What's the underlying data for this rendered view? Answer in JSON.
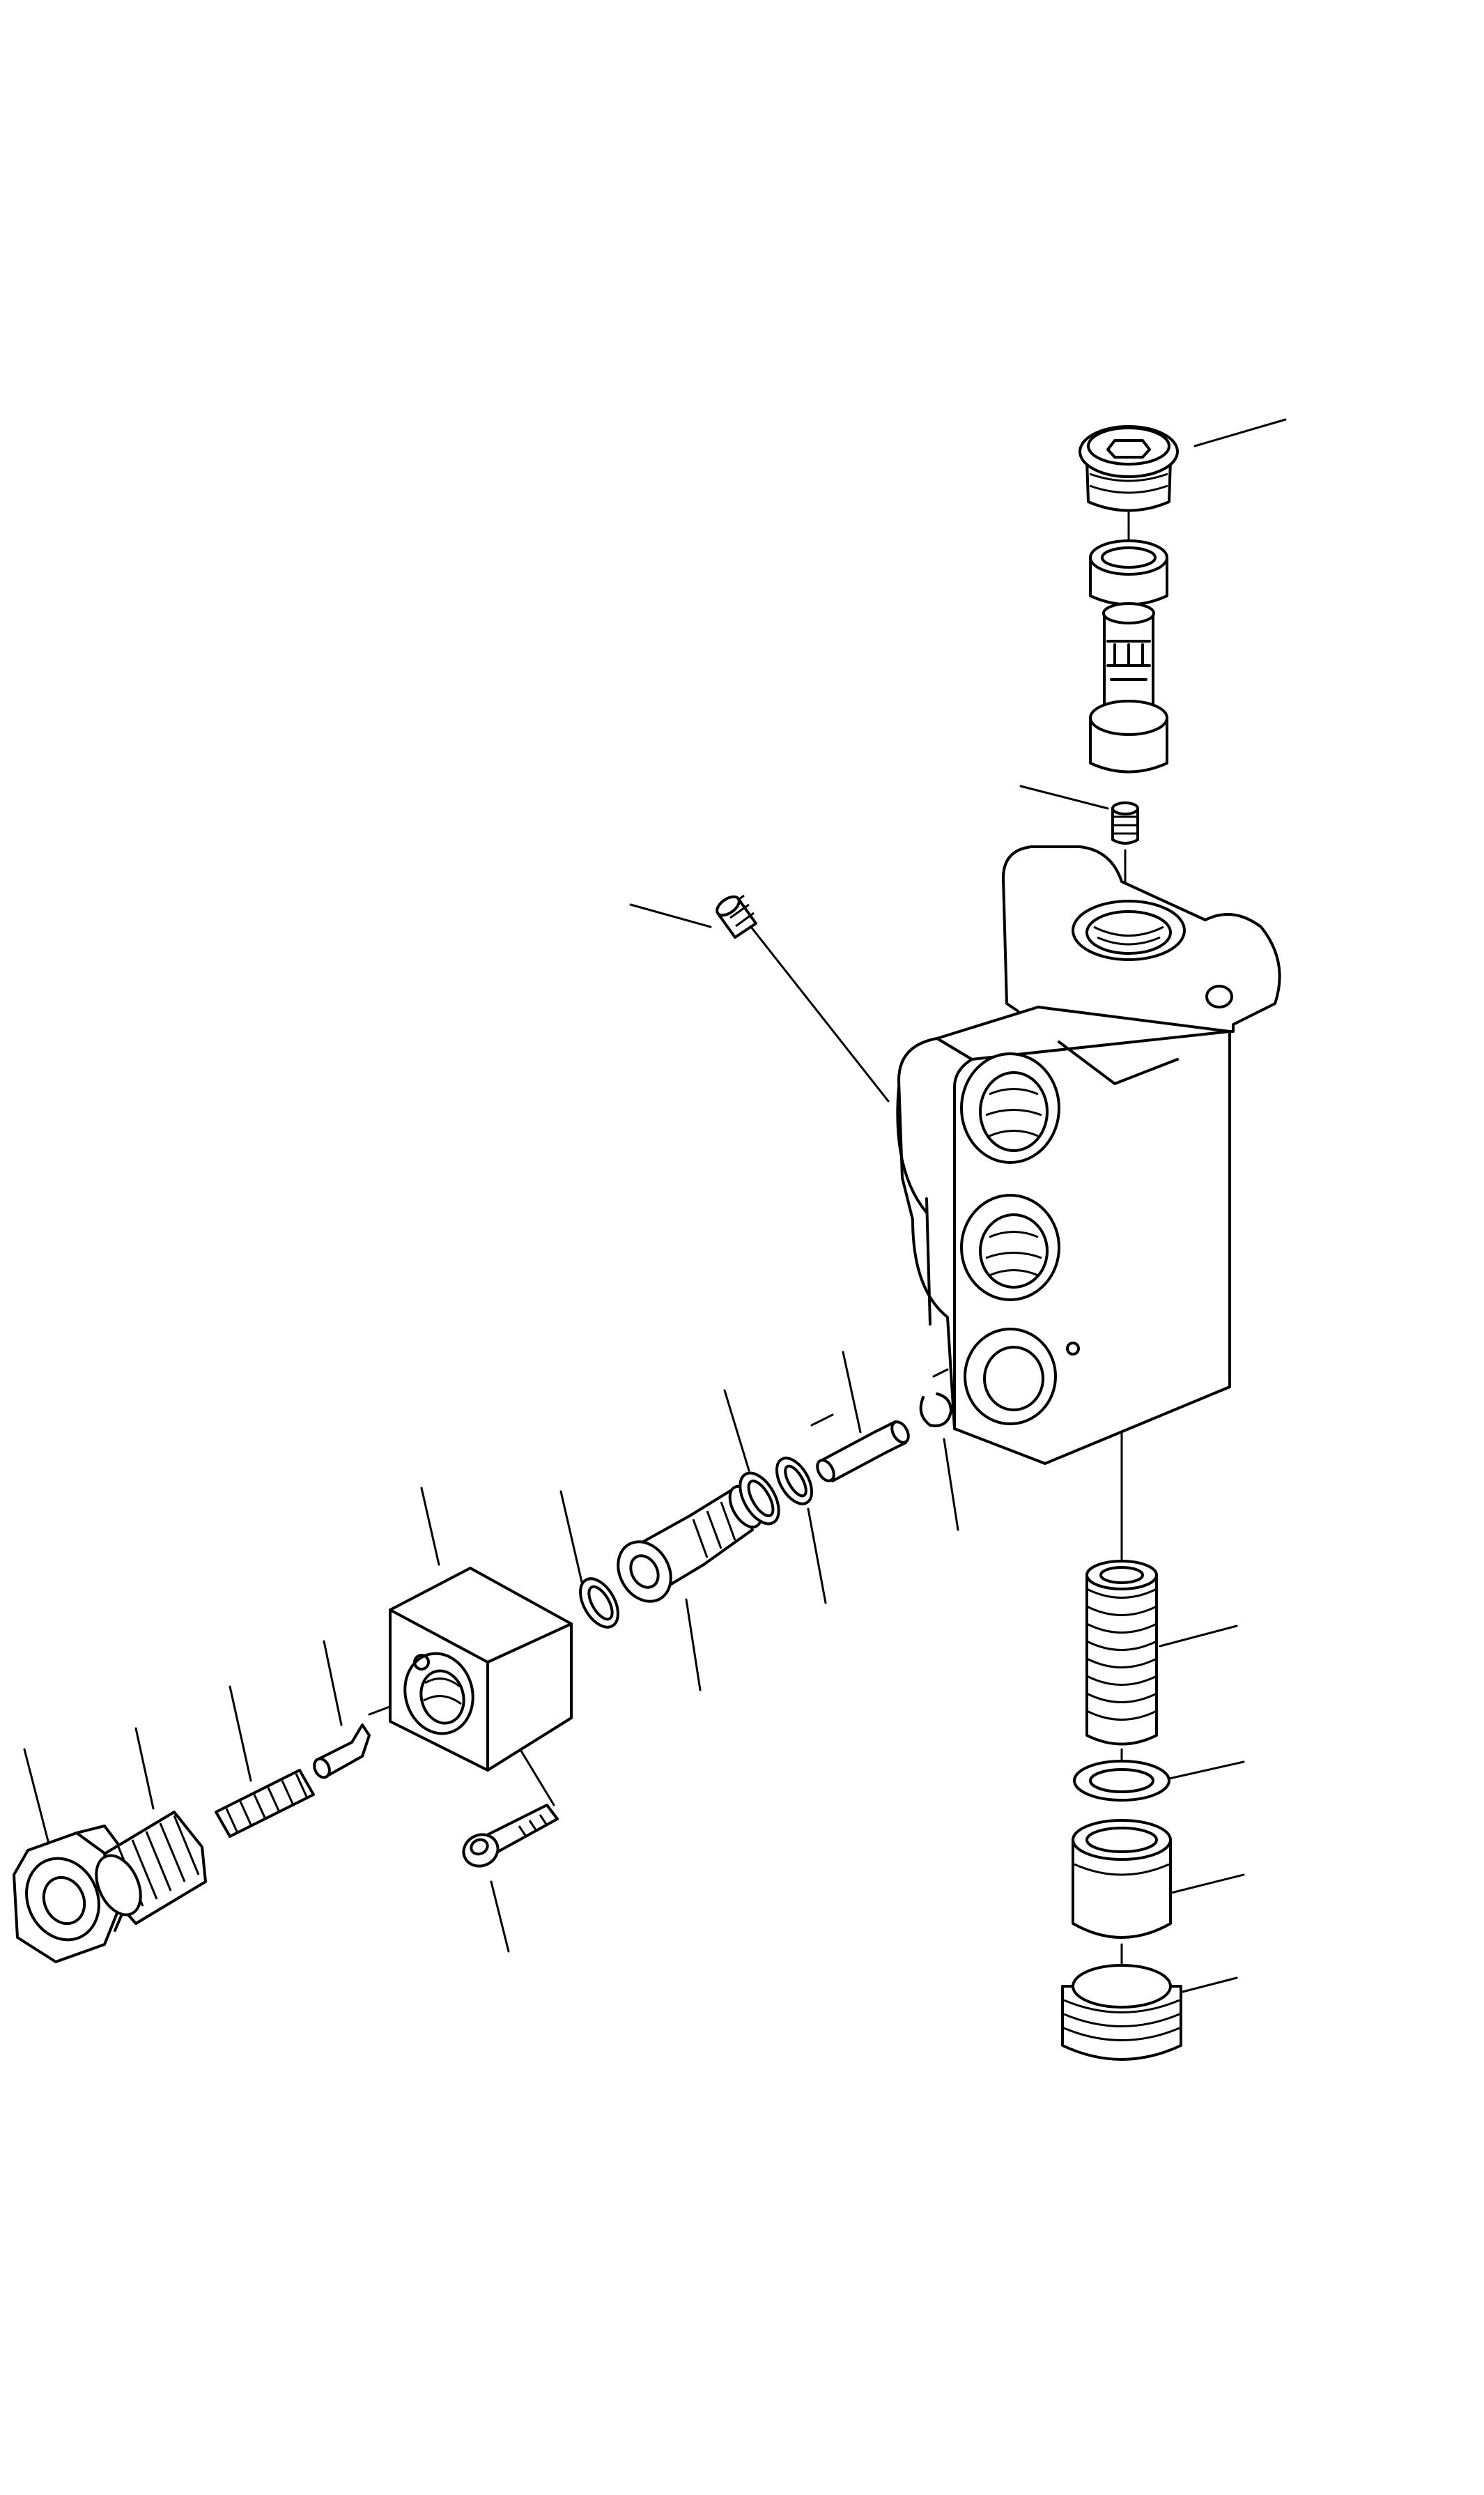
{
  "diagram": {
    "colors": {
      "line": "#000000",
      "background": "#ffffff"
    },
    "parts": [
      "plug-top",
      "sleeve-top",
      "valve-cage",
      "cup-top",
      "set-screw-top",
      "set-screw-left",
      "valve-body",
      "spring-right",
      "ring-right",
      "piston-right",
      "plug-bottom",
      "cap-nut",
      "adjust-screw",
      "spring-small",
      "poppet-pin",
      "pilot-block",
      "bolt",
      "o-ring-a",
      "valve-seat",
      "o-ring-b",
      "o-ring-c",
      "plunger",
      "snap-ring"
    ]
  }
}
